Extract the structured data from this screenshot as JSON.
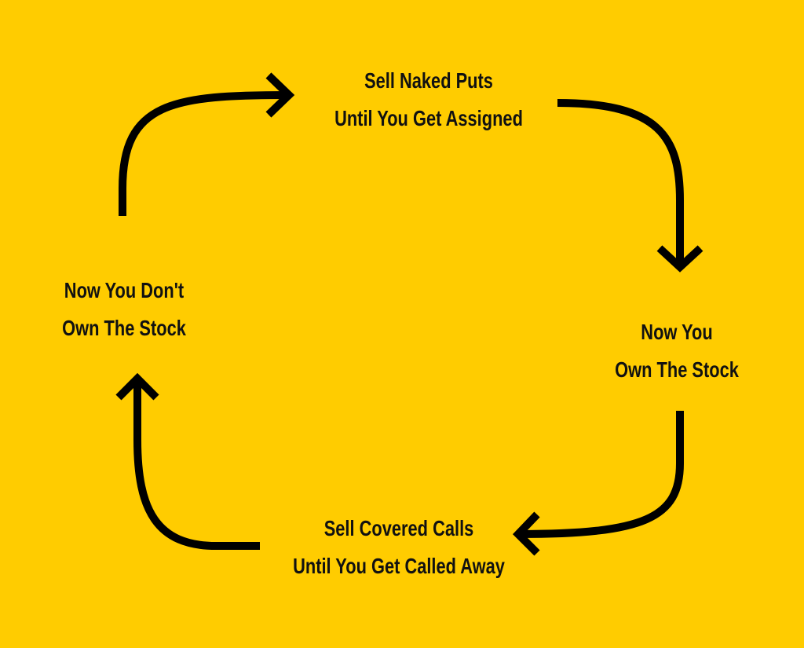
{
  "diagram": {
    "background_color": "#FFCC00",
    "arrow_color": "#000000",
    "nodes": {
      "top": {
        "line1": "Sell Naked Puts",
        "line2": "Until You Get Assigned"
      },
      "right": {
        "line1": "Now You",
        "line2": "Own The Stock"
      },
      "bottom": {
        "line1": "Sell Covered Calls",
        "line2": "Until You Get Called Away"
      },
      "left": {
        "line1": "Now You Don't",
        "line2": "Own The Stock"
      }
    },
    "edges": [
      {
        "from": "left",
        "to": "top"
      },
      {
        "from": "top",
        "to": "right"
      },
      {
        "from": "right",
        "to": "bottom"
      },
      {
        "from": "bottom",
        "to": "left"
      }
    ]
  }
}
